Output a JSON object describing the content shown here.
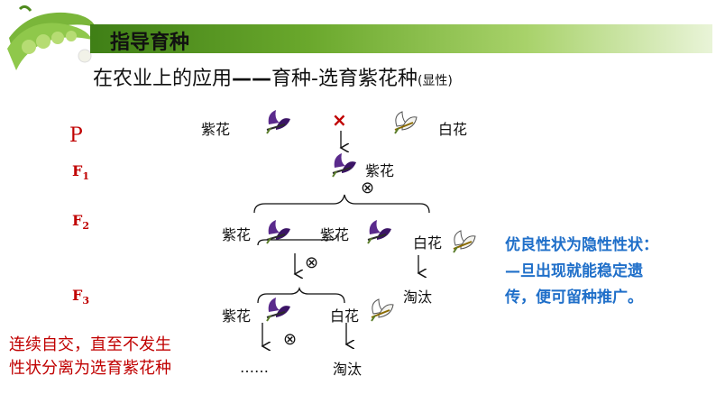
{
  "header": {
    "title": "指导育种"
  },
  "subtitle": {
    "main": "在农业上的应用",
    "dash": "——",
    "rest": "育种-选育紫花种",
    "note": "(显性)"
  },
  "generations": {
    "p": "P",
    "f1": "F",
    "f1_sub": "1",
    "f2": "F",
    "f2_sub": "2",
    "f3": "F",
    "f3_sub": "3"
  },
  "cross_symbol": "×",
  "selfing_symbol": "⊗",
  "labels": {
    "purple": "紫花",
    "white": "白花",
    "eliminate": "淘汰",
    "ellipsis": "……"
  },
  "notes": {
    "red_line1": "连续自交，直至不发生",
    "red_line2": "性状分离为选育紫花种",
    "blue_line1": "优良性状为隐性性状：",
    "blue_line2": "—旦出现就能稳定遗",
    "blue_line3": "传，便可留种推广。"
  },
  "colors": {
    "accent_green": "#5a9a22",
    "red": "#c00000",
    "blue": "#1f6fc9",
    "purple": "#5a2a8c"
  }
}
